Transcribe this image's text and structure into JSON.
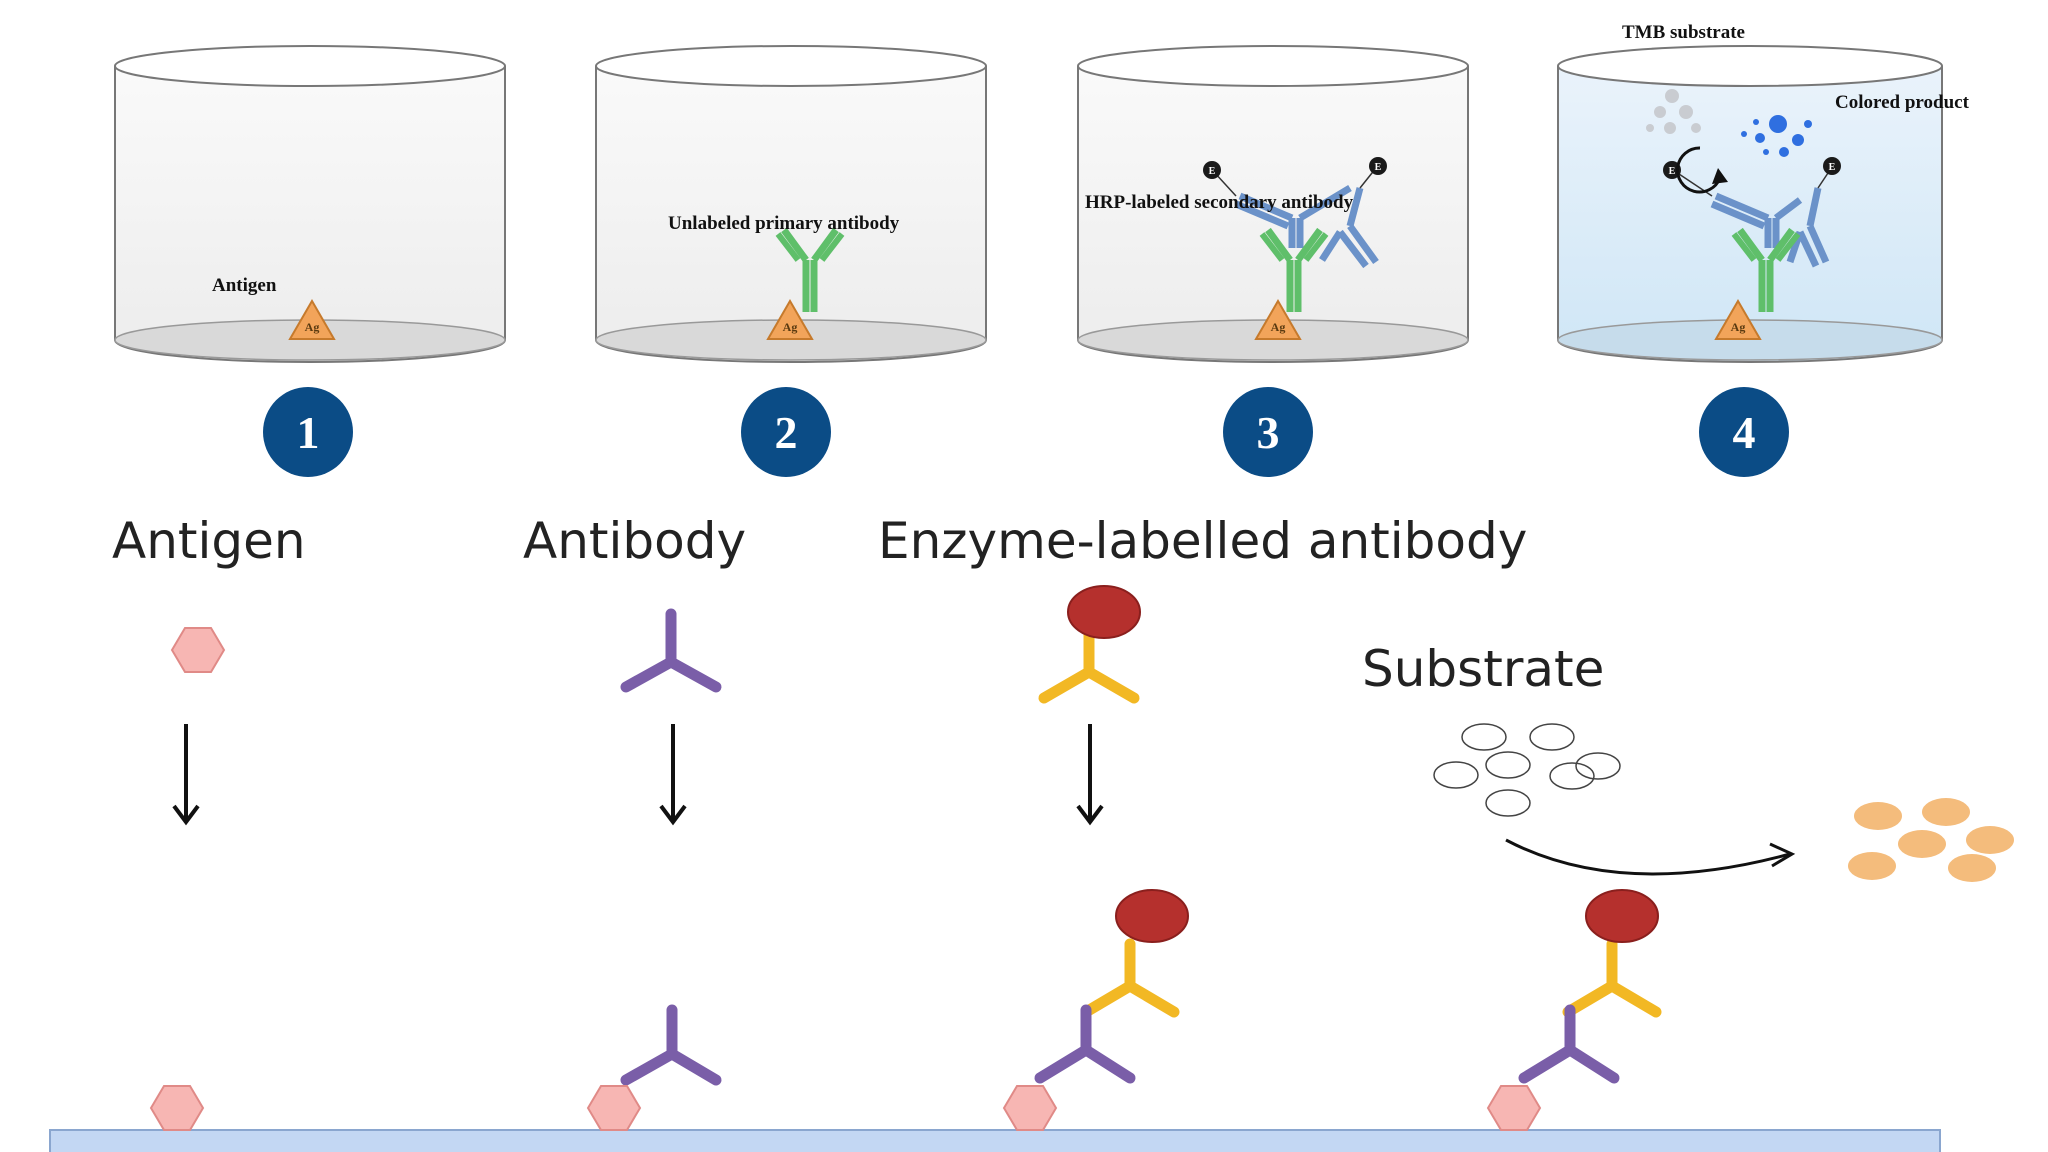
{
  "colors": {
    "step_circle": "#0b4c86",
    "antigen_triangle": "#f2a45a",
    "primary_antibody": "#5fbf6a",
    "secondary_antibody": "#6b92c9",
    "hrp": "#1a1a1a",
    "tmb_blue": "#2f6fe0",
    "antigen_hexagon": "#f7b6b3",
    "antibody_purple": "#7a5ea8",
    "enzyme_antibody": "#f2b824",
    "enzyme": "#b5302d",
    "product": "#f4bc7c",
    "plate": "#c3d7f3"
  },
  "steps": [
    {
      "number": "1",
      "well_label": "Antigen",
      "ag_label": "Ag"
    },
    {
      "number": "2",
      "well_label": "Unlabeled primary antibody",
      "ag_label": "Ag"
    },
    {
      "number": "3",
      "well_label": "HRP-labeled secondary antibody",
      "ag_label": "Ag",
      "enzyme_label": "E"
    },
    {
      "number": "4",
      "ag_label": "Ag",
      "enzyme_label": "E",
      "tmb_label": "TMB substrate",
      "product_label": "Colored product"
    }
  ],
  "legend": {
    "antigen": "Antigen",
    "antibody": "Antibody",
    "enzyme_antibody": "Enzyme-labelled antibody",
    "substrate": "Substrate"
  }
}
